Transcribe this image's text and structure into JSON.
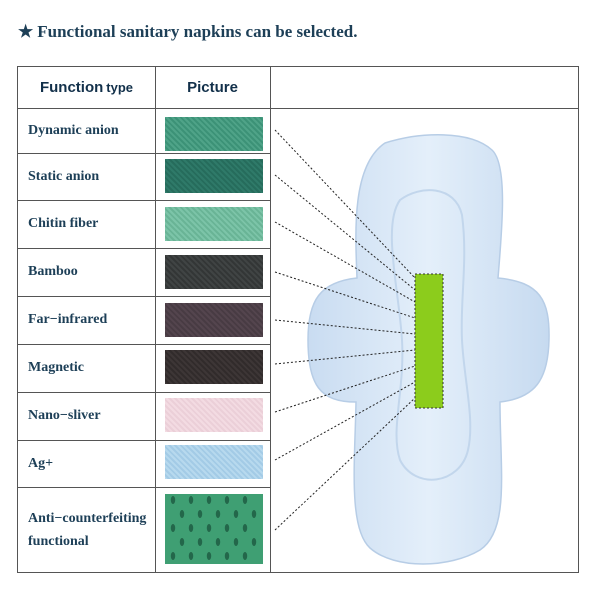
{
  "heading": {
    "star": "★",
    "text": "Functional sanitary napkins can be selected."
  },
  "table": {
    "header_function": "Function",
    "header_type": "type",
    "header_picture": "Picture",
    "rows": [
      {
        "label": "Dynamic anion",
        "swatch_color": "#4fa388"
      },
      {
        "label": "Static anion",
        "swatch_color": "#2f7a69"
      },
      {
        "label": "Chitin fiber",
        "swatch_color": "#7cc4a8"
      },
      {
        "label": "Bamboo",
        "swatch_color": "#404444"
      },
      {
        "label": "Far−infrared",
        "swatch_color": "#54454e"
      },
      {
        "label": "Magnetic",
        "swatch_color": "#3d3636"
      },
      {
        "label": "Nano−sliver",
        "swatch_color": "#f3dbe2"
      },
      {
        "label": "Ag+",
        "swatch_color": "#b7d9ee"
      },
      {
        "label": "Anti−counterfeiting functional",
        "label_line1": "Anti−counterfeiting",
        "label_line2": "functional",
        "swatch_color": "#3f9f73"
      }
    ]
  },
  "illustration": {
    "name": "sanitary-napkin",
    "strip_color": "#8ccc1c",
    "pad_color": "#dbe9f7"
  }
}
